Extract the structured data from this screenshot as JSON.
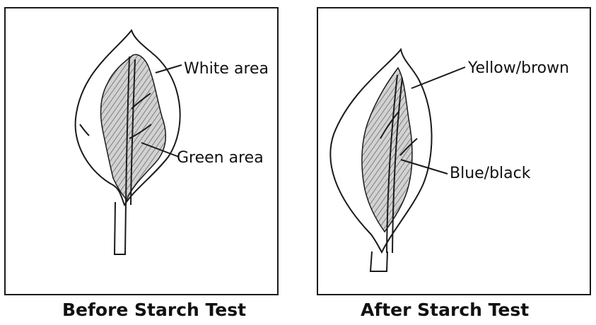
{
  "panels": [
    {
      "caption": "Before Starch Test",
      "labels": {
        "top": "White area",
        "middle": "Green area"
      }
    },
    {
      "caption": "After Starch Test",
      "labels": {
        "top": "Yellow/brown",
        "middle": "Blue/black"
      }
    }
  ],
  "colors": {
    "outline": "#1a1a1a",
    "hatch": "#8c8c8c",
    "hatch_bg": "#c7c7c7"
  }
}
